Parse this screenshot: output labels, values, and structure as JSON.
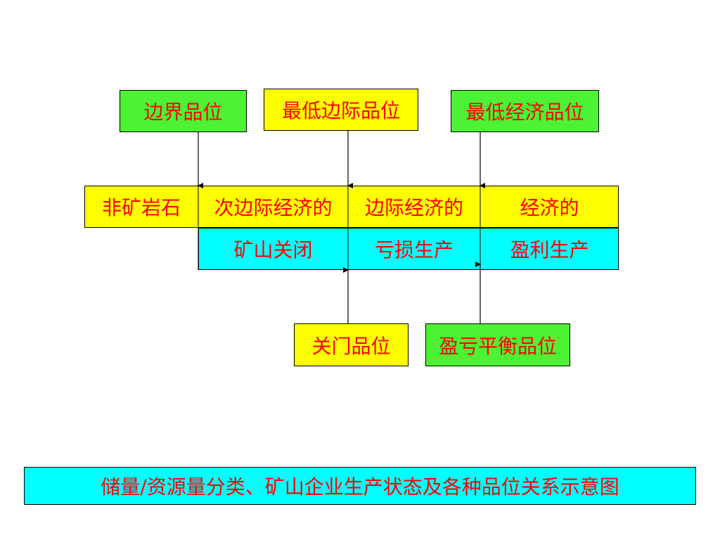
{
  "labels": {
    "boundary_grade": "边界品位",
    "min_marginal_grade": "最低边际品位",
    "min_economic_grade": "最低经济品位",
    "closure_grade": "关门品位",
    "breakeven_grade": "盈亏平衡品位"
  },
  "classification": {
    "non_ore": "非矿岩石",
    "sub_marginal": "次边际经济的",
    "marginal": "边际经济的",
    "economic": "经济的"
  },
  "production_state": {
    "mine_closure": "矿山关闭",
    "loss_production": "亏损生产",
    "profit_production": "盈利生产"
  },
  "caption": "储量/资源量分类、矿山企业生产状态及各种品位关系示意图",
  "colors": {
    "green": "#4cf233",
    "yellow": "#ffff00",
    "cyan": "#00ffff",
    "text": "#ff0000"
  }
}
